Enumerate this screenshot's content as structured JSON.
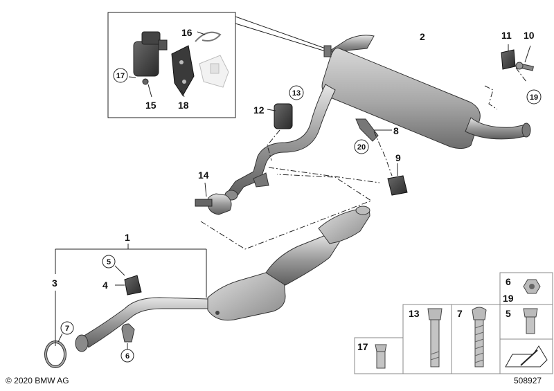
{
  "copyright": "© 2020 BMW AG",
  "diagram_id": "508927",
  "callouts": {
    "c1": "1",
    "c2": "2",
    "c3": "3",
    "c4": "4",
    "c5": "5",
    "c6": "6",
    "c7": "7",
    "c8": "8",
    "c9": "9",
    "c10": "10",
    "c11": "11",
    "c12": "12",
    "c13": "13",
    "c14": "14",
    "c15": "15",
    "c16": "16",
    "c17": "17",
    "c18": "18",
    "c19": "19",
    "c20": "20"
  },
  "parts_table": {
    "nut_top": "6",
    "nut_bottom": "19",
    "bolt13": "13",
    "bolt7": "7",
    "bolt5": "5",
    "bolt17": "17"
  }
}
